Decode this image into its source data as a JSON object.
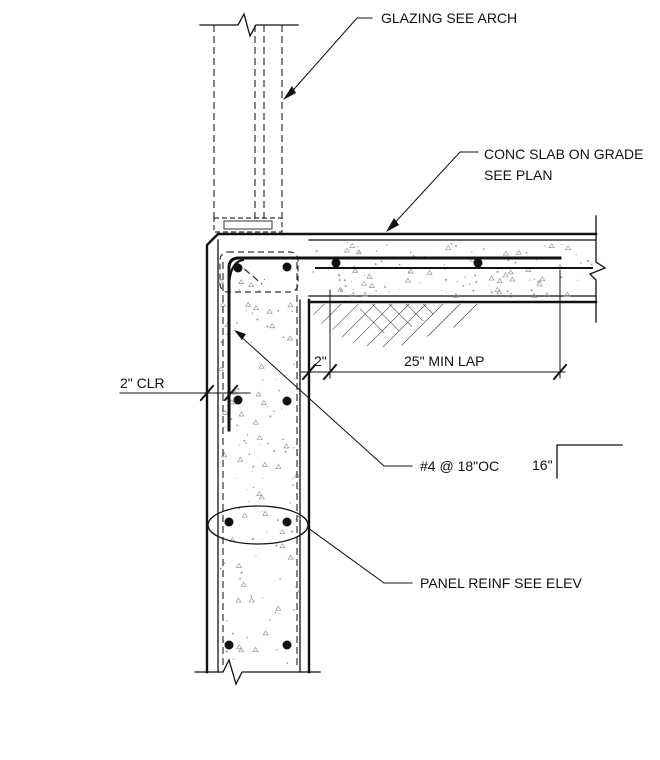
{
  "notes": {
    "glazing": "GLAZING SEE ARCH",
    "slab_line1": "CONC SLAB ON GRADE",
    "slab_line2": "SEE PLAN",
    "clear_cover": "2\" CLR",
    "slab_cover": "2\"",
    "lap": "25\" MIN LAP",
    "rebar": "#4 @ 18\"OC",
    "hook": "16\"",
    "panel_reinf": "PANEL REINF SEE ELEV"
  },
  "colors": {
    "line": "#111111",
    "concrete_stipple": "#9a9a9a"
  }
}
